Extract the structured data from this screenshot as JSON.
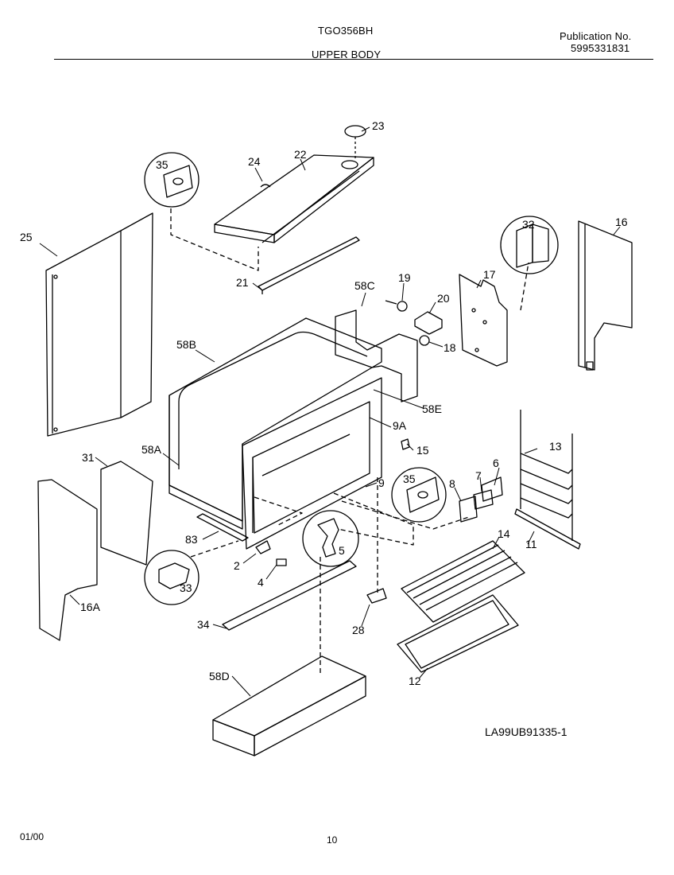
{
  "header": {
    "model": "TGO356BH",
    "section": "UPPER BODY",
    "publication_label": "Publication No.",
    "publication_number": "5995331831"
  },
  "figure_id": "LA99UB91335-1",
  "footer": {
    "date": "01/00",
    "page": "10"
  },
  "callouts": {
    "c2": "2",
    "c4": "4",
    "c5": "5",
    "c6": "6",
    "c7": "7",
    "c8": "8",
    "c9": "9",
    "c9a": "9A",
    "c11": "11",
    "c12": "12",
    "c13": "13",
    "c14": "14",
    "c15": "15",
    "c16": "16",
    "c16a": "16A",
    "c17": "17",
    "c18": "18",
    "c19": "19",
    "c20": "20",
    "c21": "21",
    "c22": "22",
    "c23": "23",
    "c24": "24",
    "c25": "25",
    "c28": "28",
    "c31": "31",
    "c32": "32",
    "c33": "33",
    "c34": "34",
    "c35a": "35",
    "c35b": "35",
    "c58a": "58A",
    "c58b": "58B",
    "c58c": "58C",
    "c58d": "58D",
    "c58e": "58E",
    "c83": "83"
  }
}
